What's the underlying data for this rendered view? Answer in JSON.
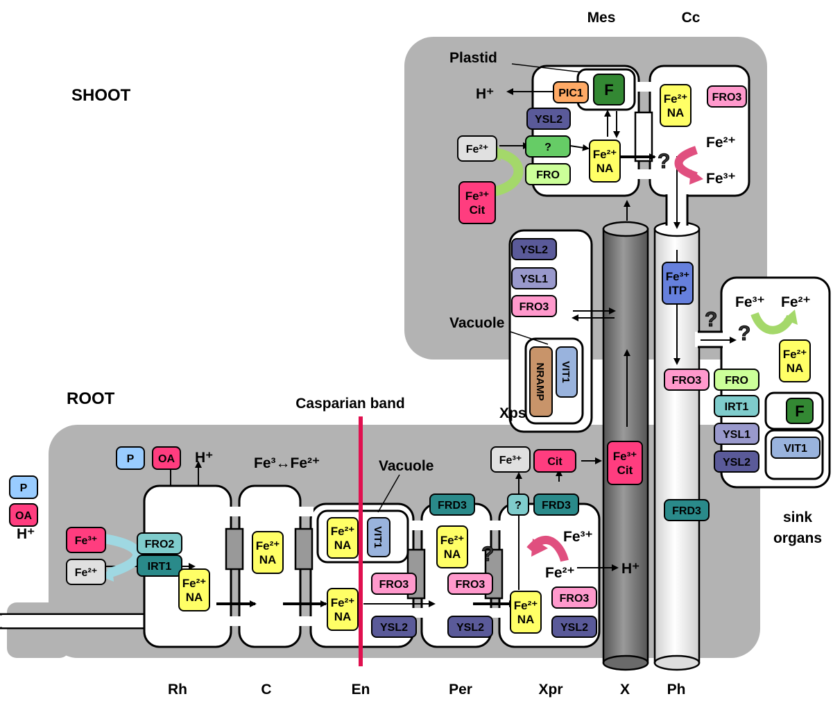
{
  "regions": {
    "shoot": "SHOOT",
    "root": "ROOT",
    "sink": "sink",
    "sink2": "organs"
  },
  "top_labels": {
    "mes": "Mes",
    "cc": "Cc"
  },
  "bottom_labels": {
    "rh": "Rh",
    "c": "C",
    "en": "En",
    "per": "Per",
    "xpr": "Xpr",
    "x": "X",
    "ph": "Ph"
  },
  "misc": {
    "plastid": "Plastid",
    "vacuole_shoot": "Vacuole",
    "vacuole_root": "Vacuole",
    "casparian": "Casparian band",
    "xps": "Xps",
    "fe_equil": "Fe³↔Fe²⁺",
    "hplus": "H⁺",
    "fe2": "Fe²⁺",
    "fe3": "Fe³⁺",
    "q": "?"
  },
  "chips": {
    "pic1": "PIC1",
    "F": "F",
    "ysl2": "YSL2",
    "ysl1": "YSL1",
    "fro": "FRO",
    "fro2": "FRO2",
    "fro3": "FRO3",
    "irt1": "IRT1",
    "frd3": "FRD3",
    "vit1": "VIT1",
    "nramp": "NRAMP",
    "P": "P",
    "OA": "OA",
    "cit": "Cit",
    "na": "NA",
    "itp": "ITP",
    "q": "?"
  },
  "colors": {
    "bg_gray": "#b3b3b3",
    "yellow": "#ffff66",
    "pink": "#ff3d7f",
    "lightpink": "#ff99cc",
    "navy": "#5a5a99",
    "lavender": "#9999cc",
    "teal": "#2a8a8a",
    "lightteal": "#7fcccc",
    "green": "#66cc66",
    "lightgreen": "#ccff99",
    "darkgreen": "#338833",
    "orange": "#ffaa66",
    "lightblue": "#99ccff",
    "blue": "#6680dd",
    "steel": "#99b3dd",
    "brown": "#c8946a",
    "grey": "#e0e0e0",
    "red": "#e0104f"
  }
}
